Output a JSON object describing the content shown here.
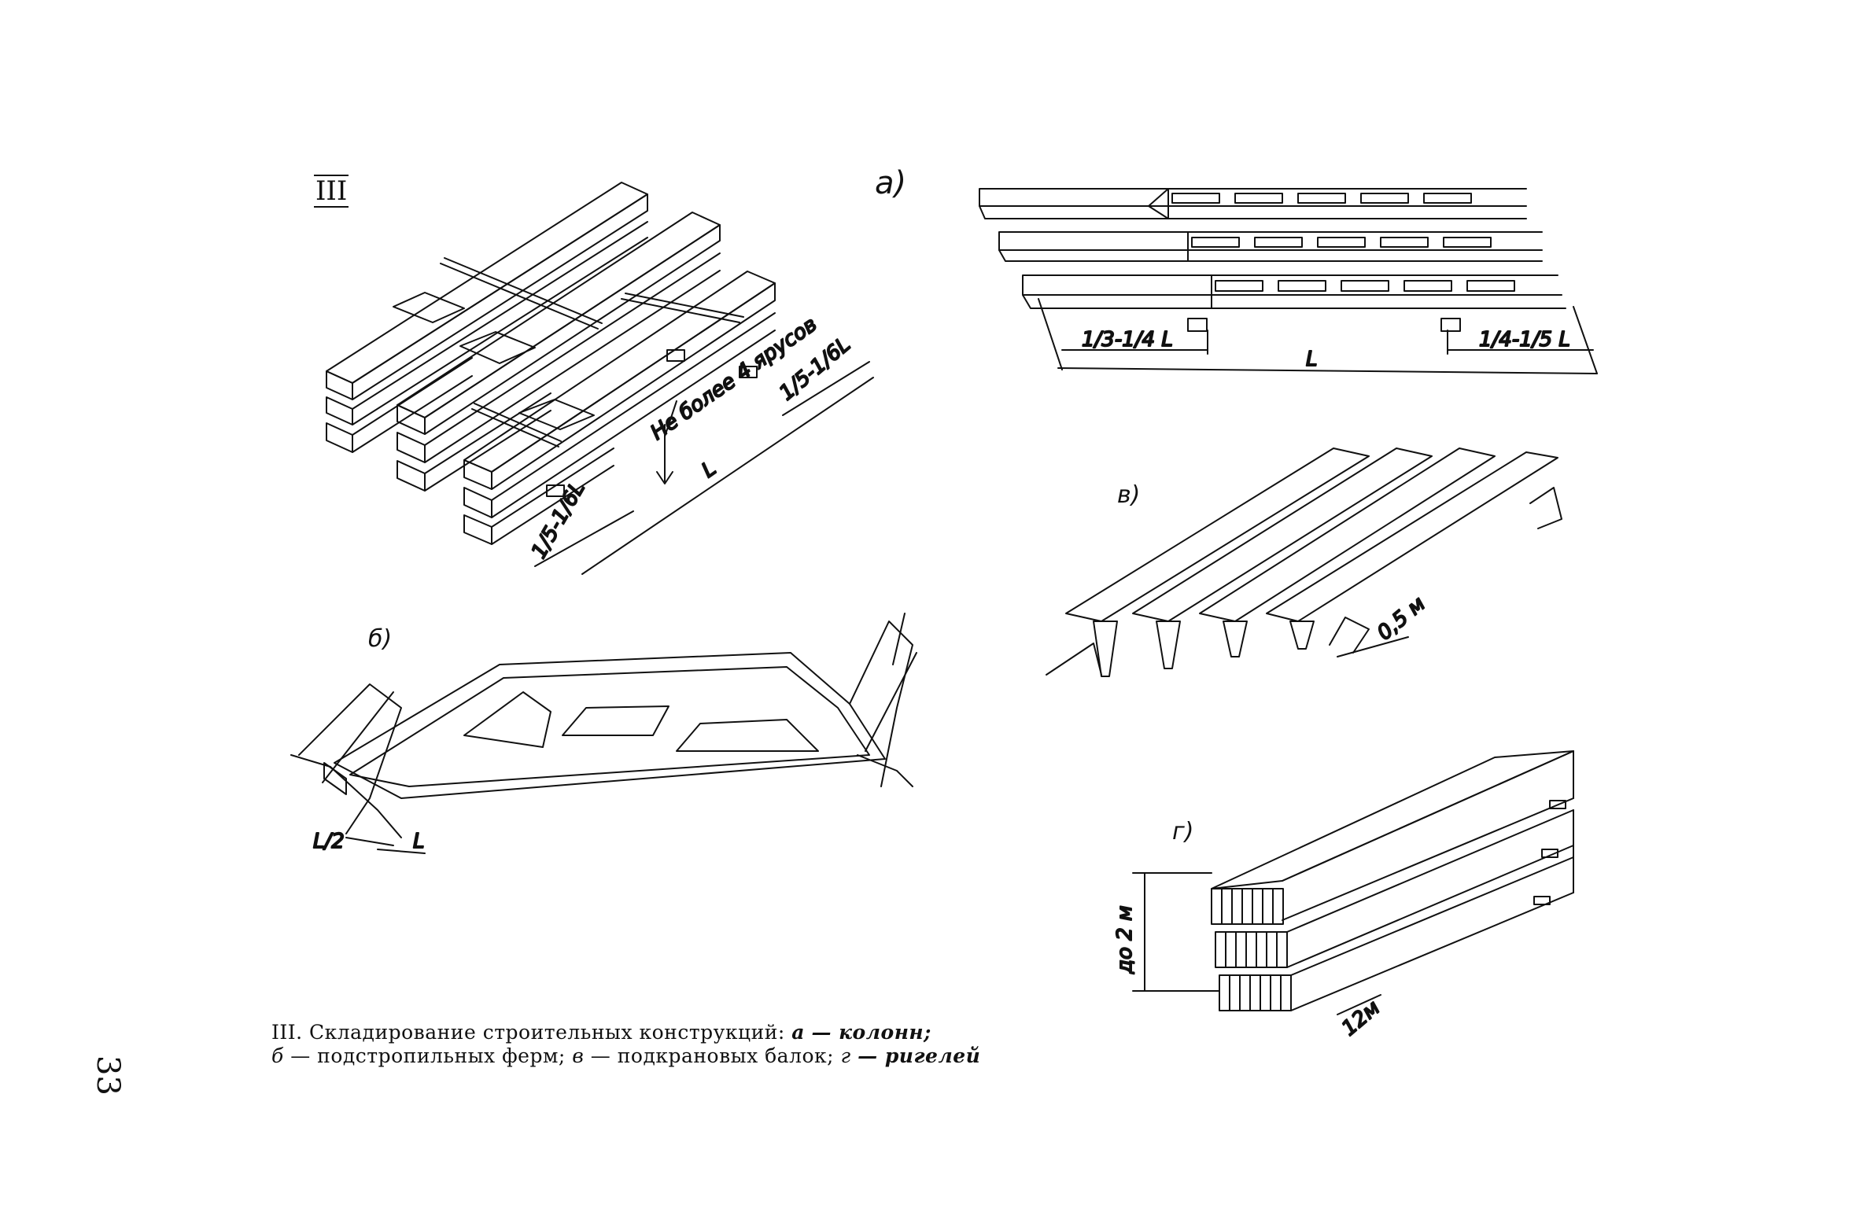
{
  "page_number": "33",
  "figure_marker": "III",
  "part_labels": {
    "a": "а)",
    "b": "б)",
    "v": "в)",
    "g": "г)"
  },
  "dimensions": {
    "a_left": "1/3-1/4 L",
    "a_span": "L",
    "a_right": "1/4-1/5 L",
    "iii_tiers": "Не более 4 ярусов",
    "iii_span": "L",
    "iii_end_top": "1/5-1/6L",
    "iii_end_bottom": "1/5-1/6L",
    "b_half": "L/2",
    "b_full": "L",
    "v_spacing": "0,5 м",
    "g_height": "до 2 м",
    "g_width": "12м"
  },
  "caption": {
    "lead": "III. Складирование строительных конструкций:",
    "a_key": "а",
    "a_text": "— колонн;",
    "b_key": "б",
    "b_text": "— подстропильных ферм;",
    "v_key": "в",
    "v_text": "— подкрановых балок;",
    "g_key": "г",
    "g_text": "— ригелей"
  }
}
